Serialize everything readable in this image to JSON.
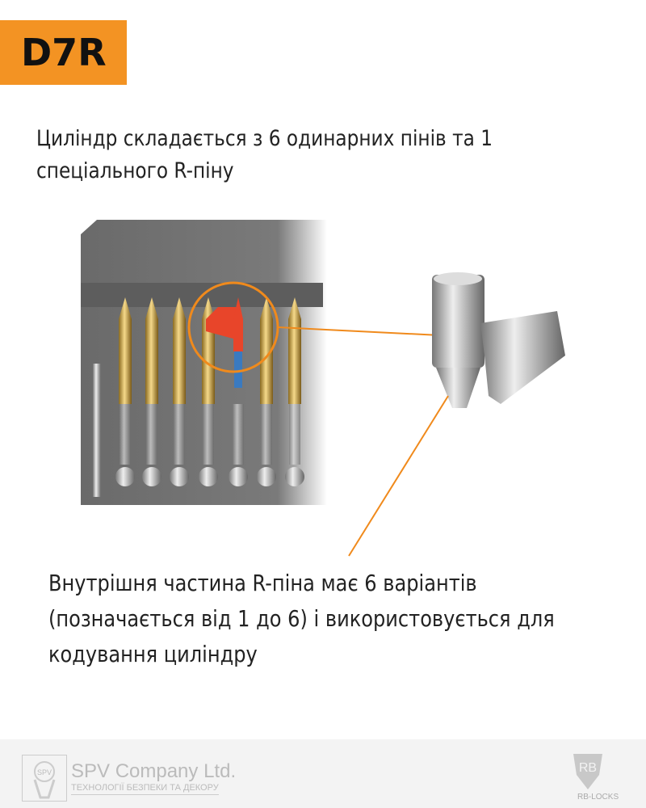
{
  "header": {
    "badge": "D7R"
  },
  "intro": "Циліндр складається з 6 одинарних пінів та 1 спеціального R-піну",
  "description": "Внутрішня частина R-піна має 6 варіантів (позначається від 1 до 6) і використовується для кодування циліндру",
  "colors": {
    "accent": "#f39323",
    "callout": "#f08a1c",
    "special_pin": "#e8452a"
  },
  "footer": {
    "company": "SPV Company Ltd.",
    "tagline": "ТЕХНОЛОГІЇ БЕЗПЕКИ ТА ДЕКОРУ",
    "spv_logo_text": "SPV",
    "brand": "RB-LOCKS",
    "brand_logo_text": "RB"
  }
}
